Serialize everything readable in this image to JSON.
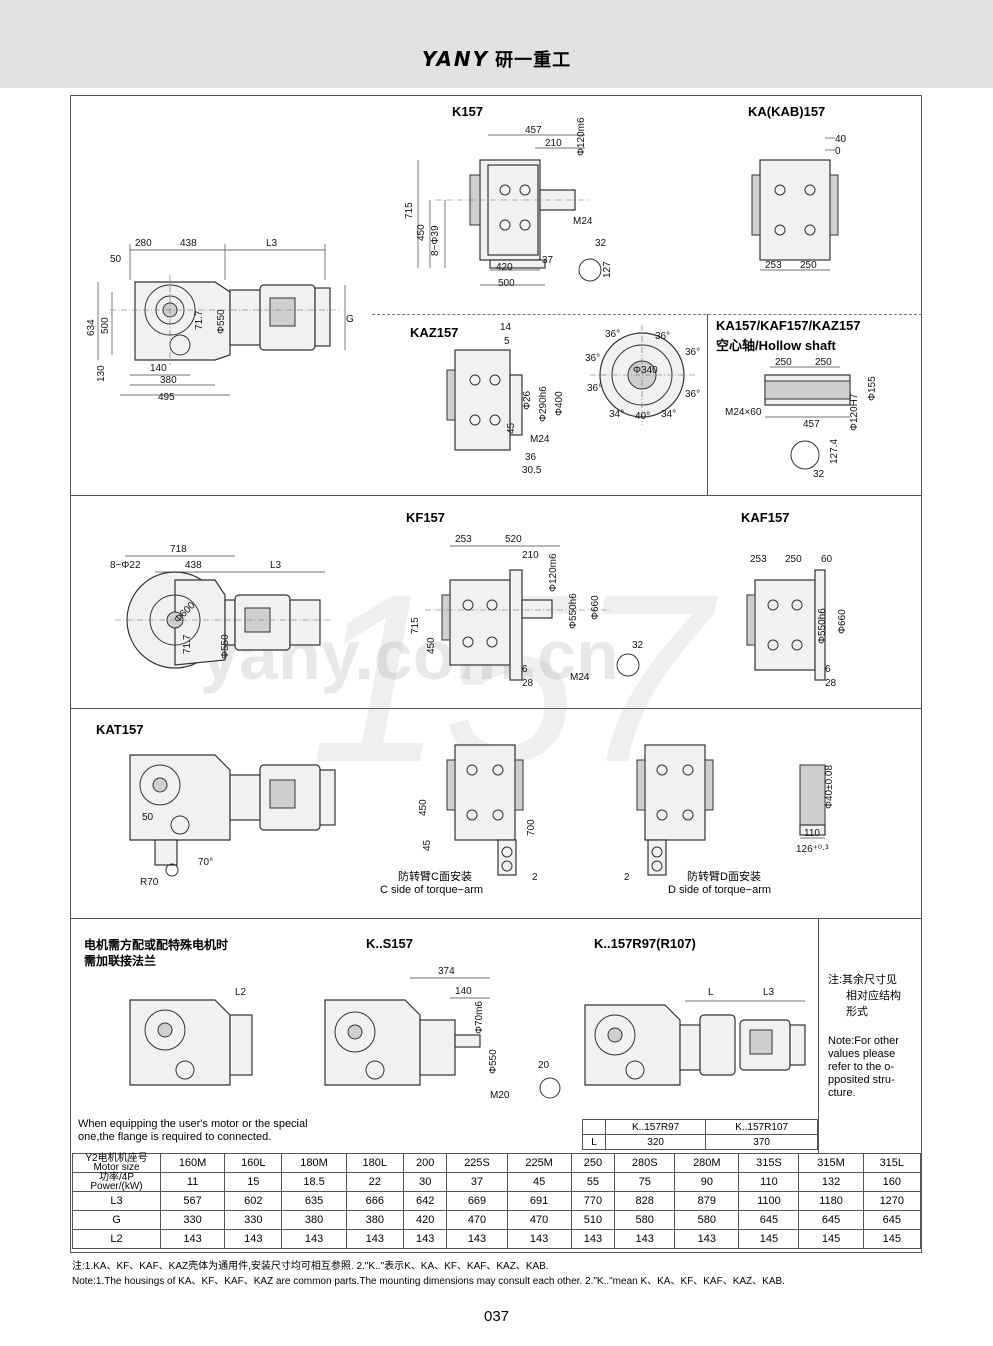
{
  "header": {
    "brand_latin": "YANY",
    "brand_cn": "研一重工"
  },
  "sections": {
    "k157": "K157",
    "ka157": "KA(KAB)157",
    "kaz157": "KAZ157",
    "hollow_cn": "KA157/KAF157/KAZ157",
    "hollow_en": "空心轴/Hollow shaft",
    "kf157": "KF157",
    "kaf157": "KAF157",
    "kat157": "KAT157",
    "ks157": "K..S157",
    "kr": "K..157R97(R107)"
  },
  "torque_arm": {
    "c_cn": "防转臂C面安装",
    "c_en": "C side of torque−arm",
    "d_cn": "防转臂D面安装",
    "d_en": "D side of torque−arm"
  },
  "motor_note": {
    "line1": "电机需方配或配特殊电机时",
    "line2": "需加联接法兰"
  },
  "side_note": {
    "cn1": "注:其余尺寸见",
    "cn2": "相对应结构",
    "cn3": "形式",
    "en1": "Note:For other",
    "en2": "values please",
    "en3": "refer to the o-",
    "en4": "pposited stru-",
    "en5": "cture."
  },
  "equip_note": {
    "line1": "When equipping the user's motor or the special",
    "line2": "one,the flange is required to connected."
  },
  "r_table": {
    "h1": "K..157R97",
    "h2": "K..157R107",
    "row_label": "L",
    "v1": "320",
    "v2": "370"
  },
  "spec_table": {
    "row_motor_a": "Y2电机机座号",
    "row_motor_b": "Motor size",
    "row_power_a": "功率/4P",
    "row_power_b": "Power/(kW)",
    "sizes": [
      "160M",
      "160L",
      "180M",
      "180L",
      "200",
      "225S",
      "225M",
      "250",
      "280S",
      "280M",
      "315S",
      "315M",
      "315L"
    ],
    "power": [
      "11",
      "15",
      "18.5",
      "22",
      "30",
      "37",
      "45",
      "55",
      "75",
      "90",
      "110",
      "132",
      "160"
    ],
    "L3_label": "L3",
    "L3": [
      "567",
      "602",
      "635",
      "666",
      "642",
      "669",
      "691",
      "770",
      "828",
      "879",
      "1100",
      "1180",
      "1270"
    ],
    "G_label": "G",
    "G": [
      "330",
      "330",
      "380",
      "380",
      "420",
      "470",
      "470",
      "510",
      "580",
      "580",
      "645",
      "645",
      "645"
    ],
    "L2_label": "L2",
    "L2": [
      "143",
      "143",
      "143",
      "143",
      "143",
      "143",
      "143",
      "143",
      "143",
      "143",
      "145",
      "145",
      "145"
    ]
  },
  "footnotes": {
    "cn": "注:1.KA、KF、KAF、KAZ壳体为通用件,安装尺寸均可相互参照.   2.\"K..\"表示K、KA、KF、KAF、KAZ、KAB.",
    "en": "Note:1.The housings of KA、KF、KAF、KAZ are common parts.The mounting dimensions may consult each other.  2.\"K..\"mean K、KA、KF、KAF、KAZ、KAB."
  },
  "watermark": {
    "text": "yany.com.cn",
    "big": "157"
  },
  "page_number": "037"
}
